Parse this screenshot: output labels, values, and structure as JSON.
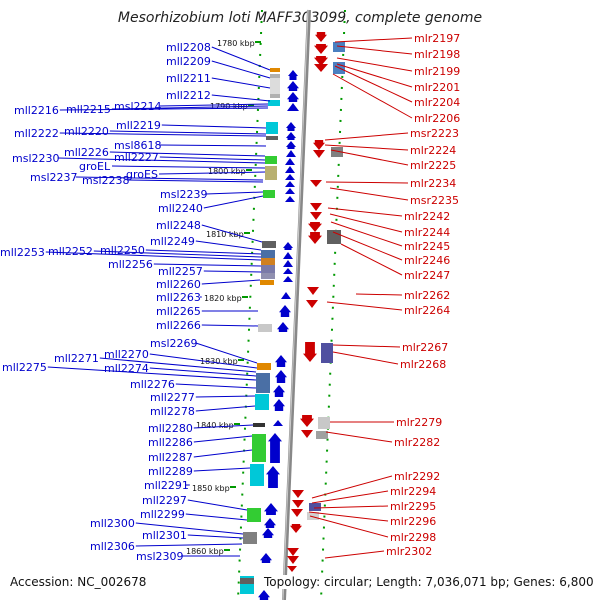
{
  "title": "Mesorhizobium loti MAFF303099, complete genome",
  "footer": {
    "accession": "Accession: NC_002678",
    "topology": "Topology: circular; Length: 7,036,071 bp; Genes: 6,800"
  },
  "colors": {
    "minus_strand": "#0000cc",
    "plus_strand": "#cc0000",
    "genome_axis": "#888888",
    "scale_tick": "#009900"
  },
  "kbp_markers": [
    "1780 kbp",
    "1790 kbp",
    "1800 kbp",
    "1810 kbp",
    "1820 kbp",
    "1830 kbp",
    "1840 kbp",
    "1850 kbp",
    "1860 kbp"
  ],
  "left_genes": [
    "mll2208",
    "mll2209",
    "mll2211",
    "mll2212",
    "msl2214",
    "mll2215",
    "mll2216",
    "mll2219",
    "mll2220",
    "mll2222",
    "msl8618",
    "mll2226",
    "mll2227",
    "msl2230",
    "groEL",
    "groES",
    "msl2237",
    "msl2238",
    "msl2239",
    "mll2240",
    "mll2248",
    "mll2249",
    "mll2250",
    "mll2252",
    "mll2253",
    "mll2256",
    "mll2257",
    "mll2260",
    "mll2263",
    "mll2265",
    "mll2266",
    "msl2269",
    "mll2270",
    "mll2271",
    "mll2274",
    "mll2275",
    "mll2276",
    "mll2277",
    "mll2278",
    "mll2280",
    "mll2286",
    "mll2287",
    "mll2289",
    "mll2291",
    "mll2297",
    "mll2299",
    "mll2300",
    "mll2301",
    "mll2306",
    "msl2309"
  ],
  "right_genes": [
    "mlr2197",
    "mlr2198",
    "mlr2199",
    "mlr2201",
    "mlr2204",
    "mlr2206",
    "msr2223",
    "mlr2224",
    "mlr2225",
    "mlr2234",
    "msr2235",
    "mlr2242",
    "mlr2244",
    "mlr2245",
    "mlr2246",
    "mlr2247",
    "mlr2262",
    "mlr2264",
    "mlr2267",
    "mlr2268",
    "mlr2279",
    "mlr2282",
    "mlr2292",
    "mlr2294",
    "mlr2295",
    "mlr2296",
    "mlr2298",
    "mlr2302"
  ]
}
